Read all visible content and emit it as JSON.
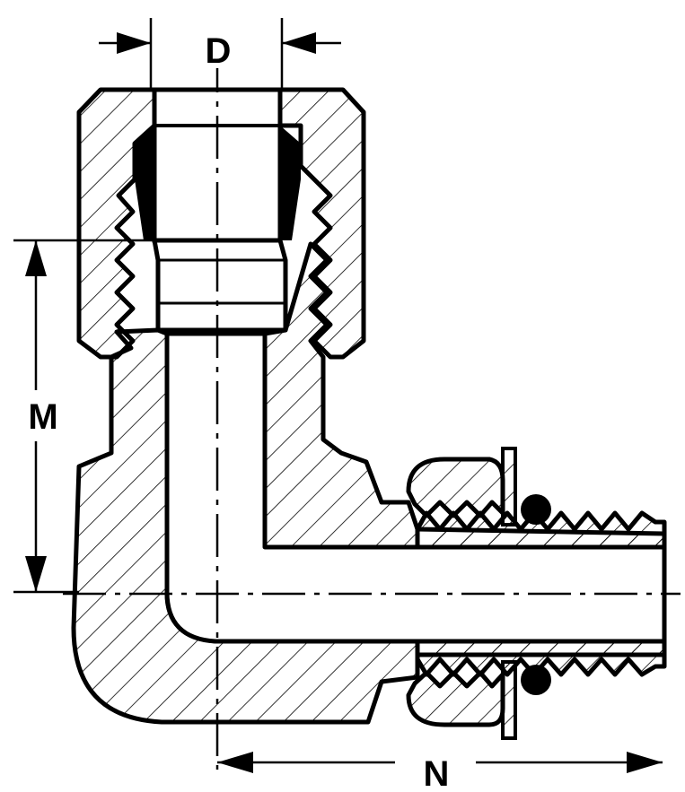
{
  "labels": {
    "d": "D",
    "m": "M",
    "n": "N"
  },
  "colors": {
    "ink": "#000000",
    "paper": "#ffffff"
  }
}
